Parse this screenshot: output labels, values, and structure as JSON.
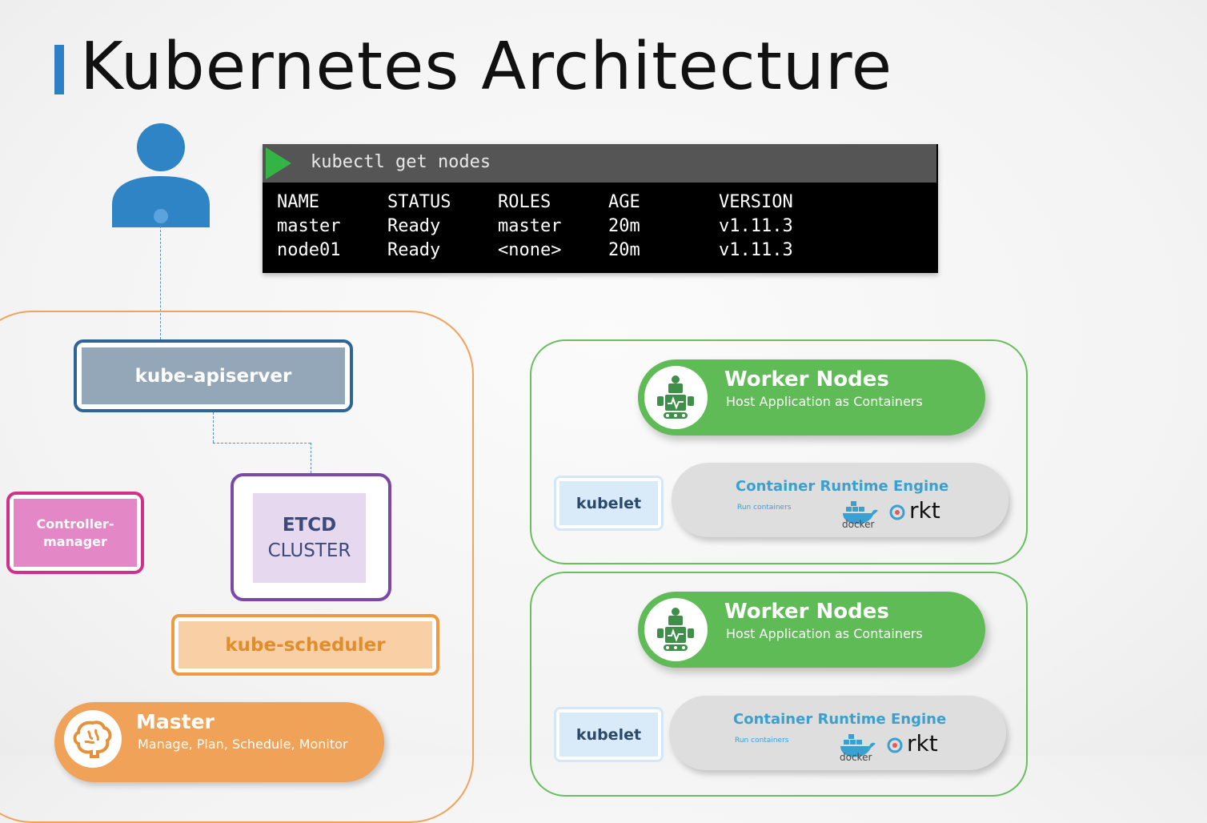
{
  "title": "Kubernetes Architecture",
  "terminal": {
    "command": "kubectl get nodes",
    "headers": [
      "NAME",
      "STATUS",
      "ROLES",
      "AGE",
      "VERSION"
    ],
    "rows": [
      [
        "master",
        "Ready",
        "master",
        "20m",
        "v1.11.3"
      ],
      [
        "node01",
        "Ready",
        "<none>",
        "20m",
        "v1.11.3"
      ]
    ]
  },
  "master": {
    "apiserver": "kube-apiserver",
    "controller_manager": [
      "Controller-",
      "manager"
    ],
    "etcd": [
      "ETCD",
      "CLUSTER"
    ],
    "scheduler": "kube-scheduler",
    "title": "Master",
    "subtitle": "Manage, Plan, Schedule, Monitor"
  },
  "workers": [
    {
      "title": "Worker Nodes",
      "subtitle": "Host Application as Containers",
      "kubelet": "kubelet",
      "runtime_title": "Container Runtime Engine",
      "runtime_sub": "Run containers",
      "docker_label": "docker",
      "rkt_label": "rkt"
    },
    {
      "title": "Worker Nodes",
      "subtitle": "Host Application as Containers",
      "kubelet": "kubelet",
      "runtime_title": "Container Runtime Engine",
      "runtime_sub": "Run containers",
      "docker_label": "docker",
      "rkt_label": "rkt"
    }
  ],
  "colors": {
    "accent_blue": "#2f7fc4",
    "terminal_green": "#35b446",
    "master_orange": "#f0a258",
    "worker_green": "#5fbb55",
    "etcd_purple": "#7b48a6",
    "controller_pink": "#d0308c"
  },
  "icons": {
    "user": "user-icon",
    "master": "brain-icon",
    "worker": "robot-icon",
    "docker": "docker-whale-icon",
    "rkt": "rkt-icon"
  }
}
